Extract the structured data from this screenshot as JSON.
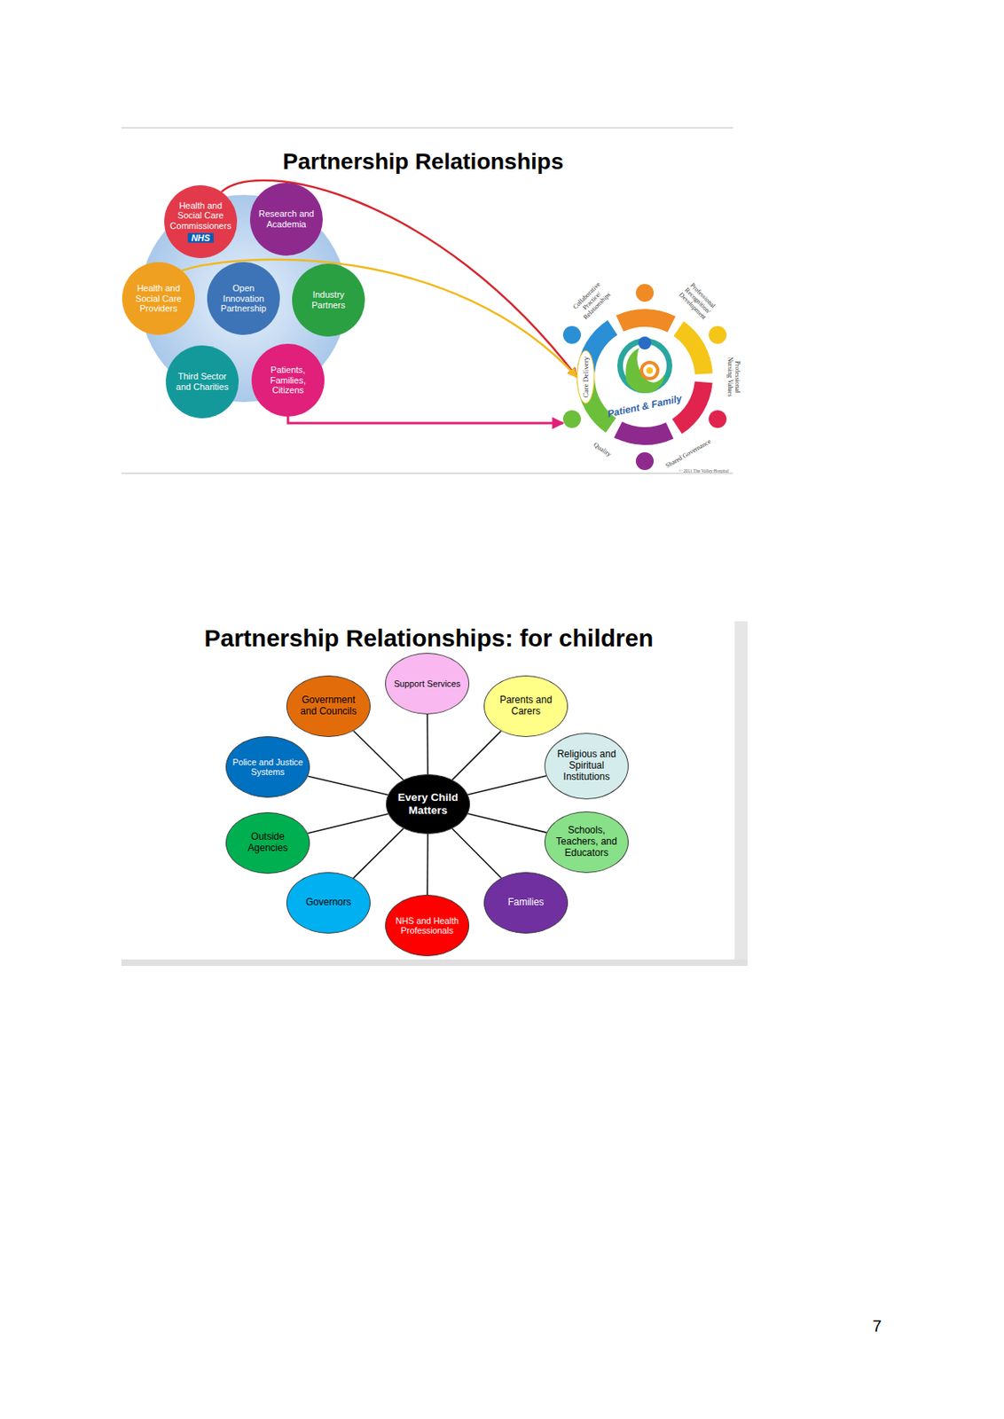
{
  "diagram": {
    "title": "Partnership Relationships",
    "nodes": [
      {
        "text": [
          "Health and Social Care Commissioners",
          "NHS"
        ]
      },
      {
        "text": [
          "Research and Academia"
        ]
      },
      {
        "text": [
          "Health and Social Care Providers"
        ]
      },
      {
        "text": [
          "Open Innovation Partnership"
        ]
      },
      {
        "text": [
          "Industry Partners"
        ]
      },
      {
        "text": [
          "Third Sector and Charities"
        ]
      },
      {
        "text": [
          "Patients, Families, Citizens"
        ]
      },
      {
        "text": [
          "Patient & Family"
        ]
      },
      {
        "text": [
          "Care Delivery"
        ],
        "in": 7
      },
      {
        "text": [
          "Every Child Matters"
        ]
      },
      {
        "text": [
          "Support Services"
        ]
      },
      {
        "text": [
          "Parents and Carers"
        ]
      },
      {
        "text": [
          "Religious and Spiritual Institutions"
        ]
      },
      {
        "text": [
          "Schools, Teachers, and Educators"
        ]
      },
      {
        "text": [
          "Families"
        ]
      },
      {
        "text": [
          "NHS and Health Professionals"
        ]
      },
      {
        "text": [
          "Governors"
        ]
      },
      {
        "text": [
          "Outside Agencies"
        ]
      },
      {
        "text": [
          "Police and Justice Systems"
        ]
      },
      {
        "text": [
          "Government and Councils"
        ]
      }
    ],
    "edges": [
      {
        "from": 0,
        "to": 8,
        "arrow": "to"
      },
      {
        "from": 2,
        "to": 8,
        "arrow": "to"
      },
      {
        "from": 6,
        "to": 7,
        "arrow": "to"
      },
      {
        "from": 9,
        "to": 10,
        "arrow": "none"
      },
      {
        "from": 9,
        "to": 11,
        "arrow": "none"
      },
      {
        "from": 9,
        "to": 12,
        "arrow": "none"
      },
      {
        "from": 9,
        "to": 13,
        "arrow": "none"
      },
      {
        "from": 9,
        "to": 14,
        "arrow": "none"
      },
      {
        "from": 9,
        "to": 15,
        "arrow": "none"
      },
      {
        "from": 9,
        "to": 16,
        "arrow": "none"
      },
      {
        "from": 9,
        "to": 17,
        "arrow": "none"
      },
      {
        "from": 9,
        "to": 18,
        "arrow": "none"
      },
      {
        "from": 9,
        "to": 19,
        "arrow": "none"
      }
    ],
    "labels": [
      "Partnership Relationships: for children",
      "Collaborative Practice/ Relationships",
      "Professional Recognition/ Development",
      "Professional Nursing Values",
      "Shared Governance",
      "Quality",
      "© 2011 The Valley Hospital",
      "7"
    ]
  }
}
